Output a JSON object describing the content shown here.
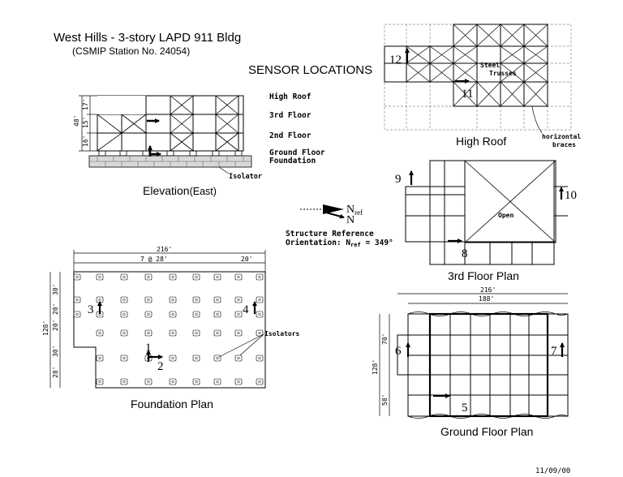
{
  "header": {
    "title": "West Hills - 3-story LAPD 911 Bldg",
    "station": "(CSMIP Station No. 24054)",
    "section": "SENSOR LOCATIONS",
    "date": "11/09/00"
  },
  "elevation": {
    "caption": "Elevation",
    "caption_suffix": "(East)",
    "levels": [
      "High Roof",
      "3rd Floor",
      "2nd Floor",
      "Ground Floor",
      "Foundation"
    ],
    "isolator_label": "Isolator",
    "overall_dim": "48'",
    "story_dims": [
      "17'",
      "15'",
      "16'"
    ]
  },
  "high_roof": {
    "caption": "High Roof",
    "truss_label_1": "Steel",
    "truss_label_2": "Trusses",
    "braces_label_1": "horizontal",
    "braces_label_2": "braces",
    "sensors": [
      "12",
      "11"
    ]
  },
  "orientation": {
    "n_ref": "N",
    "n_ref_sub": "ref",
    "n": "N",
    "line1": "Structure Reference",
    "line2": "Orientation: N",
    "line2_sub": "ref",
    "line2_value": " = 349°"
  },
  "third_floor": {
    "caption": "3rd Floor Plan",
    "open_label": "Open",
    "sensors": [
      "9",
      "10",
      "8"
    ]
  },
  "foundation": {
    "caption": "Foundation Plan",
    "width_dim": "216'",
    "bay_dim": "7 @ 28'",
    "end_dim": "20'",
    "depth_dim": "128'",
    "left_dims": [
      "30'",
      "20'",
      "20'",
      "30'",
      "28'"
    ],
    "isolators_label": "Isolators",
    "sensors": [
      "3",
      "4",
      "1",
      "2"
    ]
  },
  "ground_floor": {
    "caption": "Ground Floor Plan",
    "width_dim": "216'",
    "inner_dim": "188'",
    "depth_dim": "128'",
    "left_dims": [
      "70'",
      "58'"
    ],
    "sensors": [
      "6",
      "7",
      "5"
    ]
  }
}
